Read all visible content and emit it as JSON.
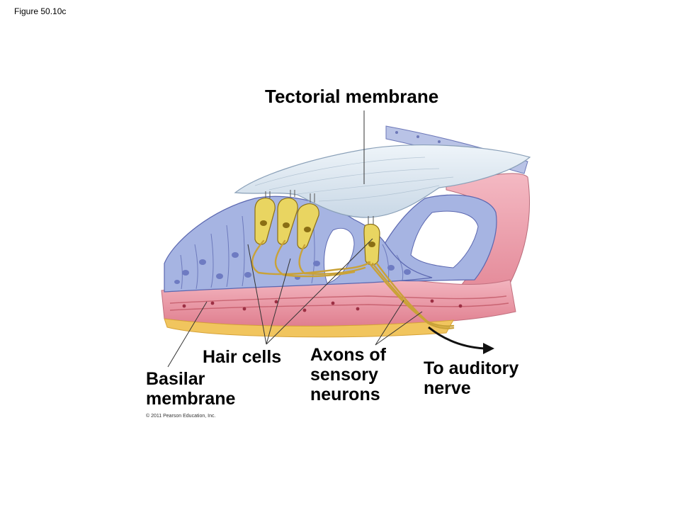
{
  "figure": {
    "caption": "Figure 50.10c",
    "copyright": "© 2011 Pearson Education, Inc."
  },
  "labels": {
    "tectorial": "Tectorial membrane",
    "hair_cells": "Hair cells",
    "basilar": [
      "Basilar",
      "membrane"
    ],
    "axons": [
      "Axons of",
      "sensory",
      "neurons"
    ],
    "nerve": [
      "To auditory",
      "nerve"
    ]
  },
  "colors": {
    "epithelium": "#a6b4e2",
    "epithelium_outline": "#5b67b0",
    "tectorial": "#dbe6ef",
    "hair_cell": "#e9d561",
    "basilar": "#e88e9c",
    "basilar_light": "#f6c5cd",
    "fat_layer": "#f1c55e",
    "nerve_fiber": "#c9a238"
  }
}
